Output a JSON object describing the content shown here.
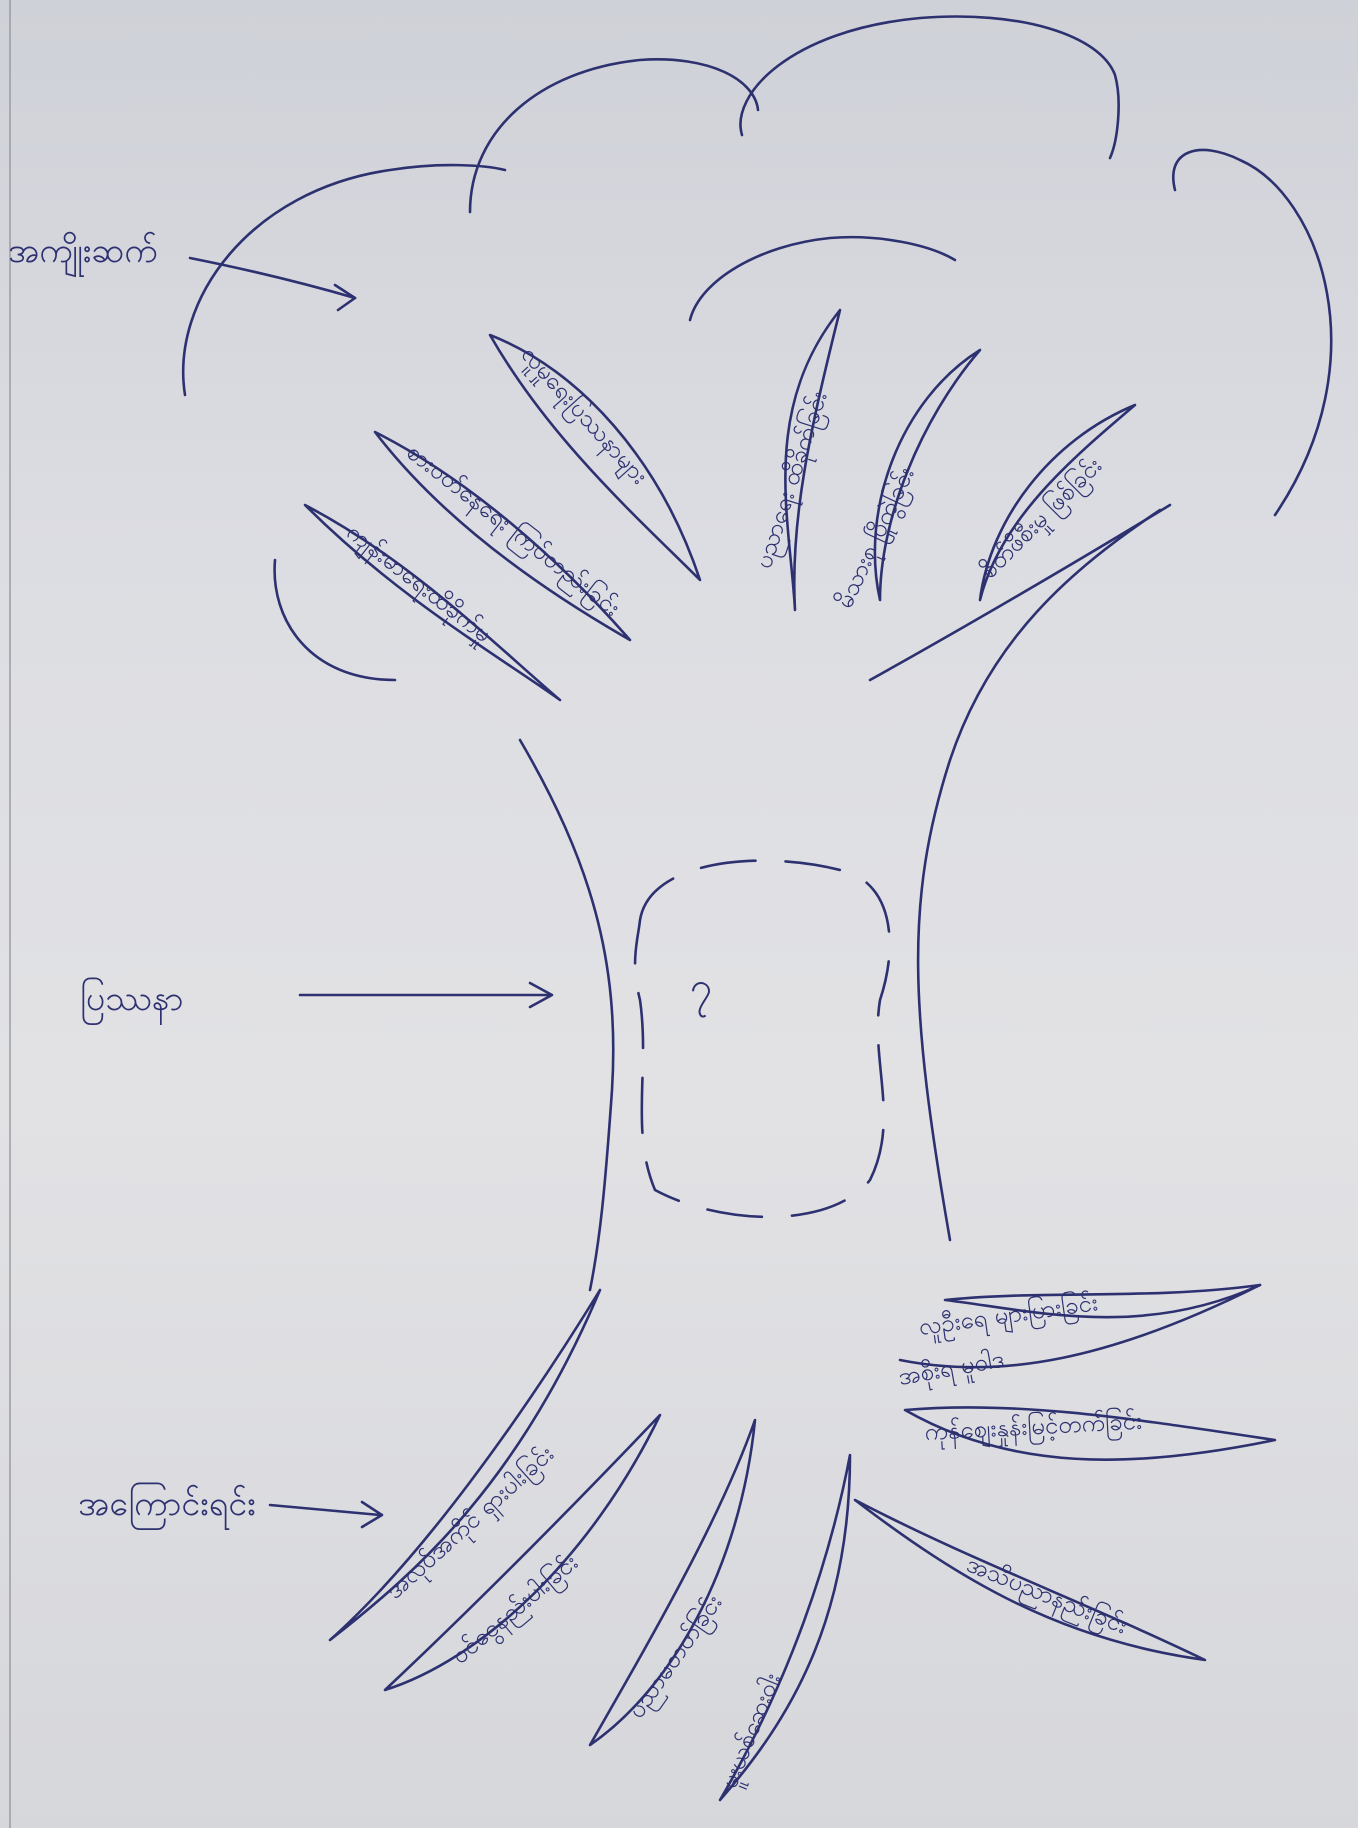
{
  "labels": {
    "crown": "အကျိုးဆက်",
    "trunk": "ပြဿနာ",
    "roots": "အကြောင်းရင်း"
  },
  "center": {
    "number": "၇"
  },
  "branch_leaves": [
    "ကျန်းမာရေးထိခိုက်မှု",
    "စားဝတ်နေရေး ကြပ်တည်းခြင်း",
    "လူမှုရေးပြဿနာများ",
    "ပညာရေး ထိခိုက်ခြင်း",
    "မိသားစု ပြိုကွဲခြင်း",
    "စိတ်ဖိစီးမှု ဖြစ်ခြင်း"
  ],
  "root_leaves": [
    "အလုပ်အကိုင် ရှားပါးခြင်း",
    "ဝင်ငွေနည်းပါးခြင်း",
    "ပညာမတတ်ခြင်း",
    "မူးယစ်ဆေးဝါး",
    "အသိပညာနည်းခြင်း",
    "ကုန်ဈေးနှုန်းမြင့်တက်ခြင်း",
    "အစိုးရ မူဝါဒ",
    "လူဦးရေ များပြားခြင်း"
  ],
  "colors": {
    "ink": "#2d3170",
    "paper": "#dcdde2"
  }
}
